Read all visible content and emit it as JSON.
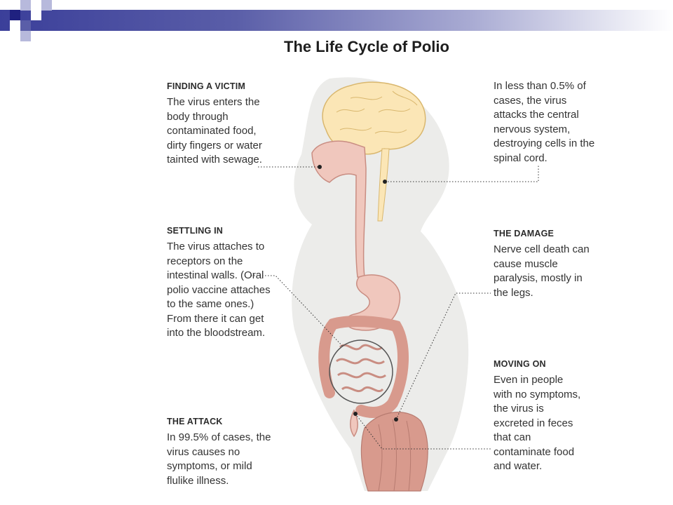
{
  "title": "The Life Cycle of Polio",
  "colors": {
    "accent_dark": "#1f2180",
    "accent_mid": "#5a5ea8",
    "accent_light": "#b7b9dc",
    "silhouette": "#ececea",
    "organ": "#f0c7bd",
    "organ_stroke": "#c98d82",
    "brain": "#fbe6b6",
    "brain_stroke": "#d9b76e"
  },
  "sections": {
    "finding": {
      "heading": "FINDING A VICTIM",
      "text": "The virus enters the body through contaminated food, dirty fingers or water tainted with sewage."
    },
    "settling": {
      "heading": "SETTLING IN",
      "text": "The virus attaches to receptors on the intestinal walls. (Oral polio vaccine attaches to the same ones.) From there it can get into the bloodstream."
    },
    "attack": {
      "heading": "THE ATTACK",
      "text": "In 99.5% of cases, the virus causes no symptoms, or mild flulike illness."
    },
    "cns": {
      "heading": "",
      "text": "In less than 0.5% of cases, the virus attacks the central nervous system, destroying cells in the spinal cord."
    },
    "damage": {
      "heading": "THE DAMAGE",
      "text": "Nerve cell death can cause muscle paralysis, mostly in the legs."
    },
    "moving": {
      "heading": "MOVING ON",
      "text": "Even in people with no symptoms, the virus is excreted in feces that can contaminate food and water."
    }
  }
}
